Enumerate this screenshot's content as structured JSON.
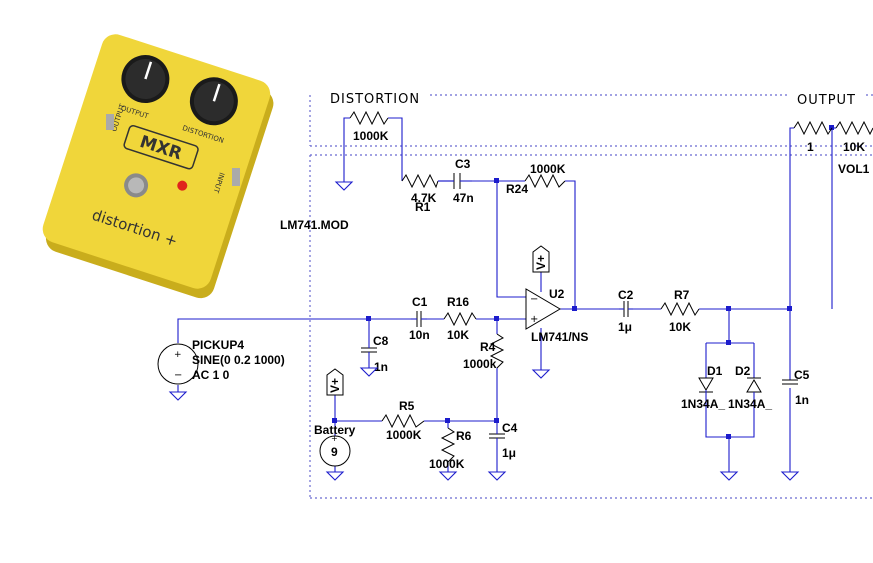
{
  "pedal": {
    "brand": "MXR",
    "name": "distortion +",
    "knob_labels": [
      "OUTPUT",
      "DISTORTION"
    ],
    "jack_labels": [
      "OUTPUT",
      "INPUT"
    ],
    "colors": {
      "body": "#f0d63a",
      "body_dark": "#c9ad1c",
      "knob": "#1a1a1a",
      "led": "#e0241c"
    }
  },
  "blocks": {
    "distortion": "DISTORTION",
    "output": "OUTPUT"
  },
  "model": "LM741.MOD",
  "source": {
    "name": "PICKUP4",
    "spec": "SINE(0 0.2 1000)",
    "ac": "AC 1 0"
  },
  "battery": {
    "name": "Battery",
    "value": "9"
  },
  "supply": "V+",
  "opamp": {
    "name": "U2",
    "part": "LM741/NS"
  },
  "components": {
    "dist_pot": {
      "value": "1000K"
    },
    "r1": {
      "name": "R1",
      "value": "4.7K"
    },
    "c3": {
      "name": "C3",
      "value": "47n"
    },
    "r24": {
      "name": "R24",
      "value": "1000K"
    },
    "c1": {
      "name": "C1",
      "value": "10n"
    },
    "r16": {
      "name": "R16",
      "value": "10K"
    },
    "c8": {
      "name": "C8",
      "value": "1n"
    },
    "r4": {
      "name": "R4",
      "value": "1000k"
    },
    "r5": {
      "name": "R5",
      "value": "1000K"
    },
    "r6": {
      "name": "R6",
      "value": "1000K"
    },
    "c4": {
      "name": "C4",
      "value": "1μ"
    },
    "c2": {
      "name": "C2",
      "value": "1μ"
    },
    "r7": {
      "name": "R7",
      "value": "10K"
    },
    "d1": {
      "name": "D1",
      "part": "1N34A_"
    },
    "d2": {
      "name": "D2",
      "part": "1N34A_"
    },
    "c5": {
      "name": "C5",
      "value": "1n"
    },
    "vol1": {
      "name": "VOL1",
      "value_a": "1",
      "value_b": "10K"
    }
  },
  "colors": {
    "wire": "#1c1ccc",
    "dashed_border": "#6b6bd0"
  }
}
